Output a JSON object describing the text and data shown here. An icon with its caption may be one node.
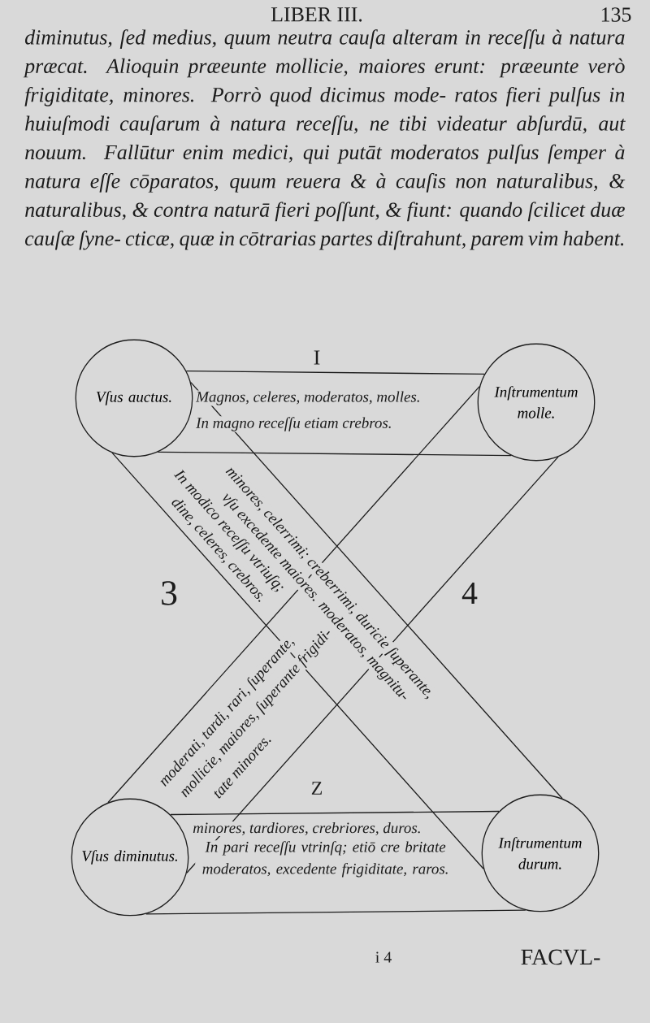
{
  "diagram": {
    "nodes": [
      {
        "text": [
          "Vſus auctus."
        ]
      },
      {
        "text": [
          "Inſtrumentum molle."
        ]
      },
      {
        "text": [
          "Magnos, celeres, moderatos, molles.",
          "In magno receſſu etiam crebros."
        ]
      },
      {
        "text": [
          "minores, celerrimi; creberrimi, duricie ſuperante,",
          "vſu excedente maiores. moderatos, magnitu-",
          "In modico receſſu vtriuſq;",
          "dine, celeres, crebros."
        ]
      },
      {
        "text": [
          "moderati, tardi, rari, ſuperante,",
          "mollicie, maiores, ſuperante frigidi-",
          "tate minores."
        ]
      },
      {
        "text": [
          "Vſus diminutus."
        ]
      },
      {
        "text": [
          "Inſtrumentum durum."
        ]
      },
      {
        "text": [
          "minores, tardiores, crebriores, duros.",
          "In pari receſſu vtrinſq; etiō cre britate moderatos, excedente frigiditate, raros."
        ]
      }
    ],
    "labels": [
      "LIBER III.",
      "135",
      "diminutus, ſed medius, quum neutra cauſa alteram in receſſu à natura præcat. Alioquin præeunte mollicie, maiores erunt: præeunte verò frigiditate, minores. Porrò quod dicimus mode- ratos fieri pulſus in huiuſmodi cauſarum à natura receſſu, ne tibi videatur abſurdū, aut nouum. Fallūtur enim medici, qui putāt moderatos pulſus ſemper à natura eſſe cōparatos, quum reuera & à cauſis non naturalibus, & naturalibus, & contra naturā fieri poſſunt, & fiunt: quando ſcilicet duæ cauſæ ſyne- cticæ, quæ in cōtrarias partes diſtrahunt, parem vim habent.",
      "I",
      "3",
      "4",
      "Z",
      "i 4",
      "FACVL-"
    ]
  }
}
